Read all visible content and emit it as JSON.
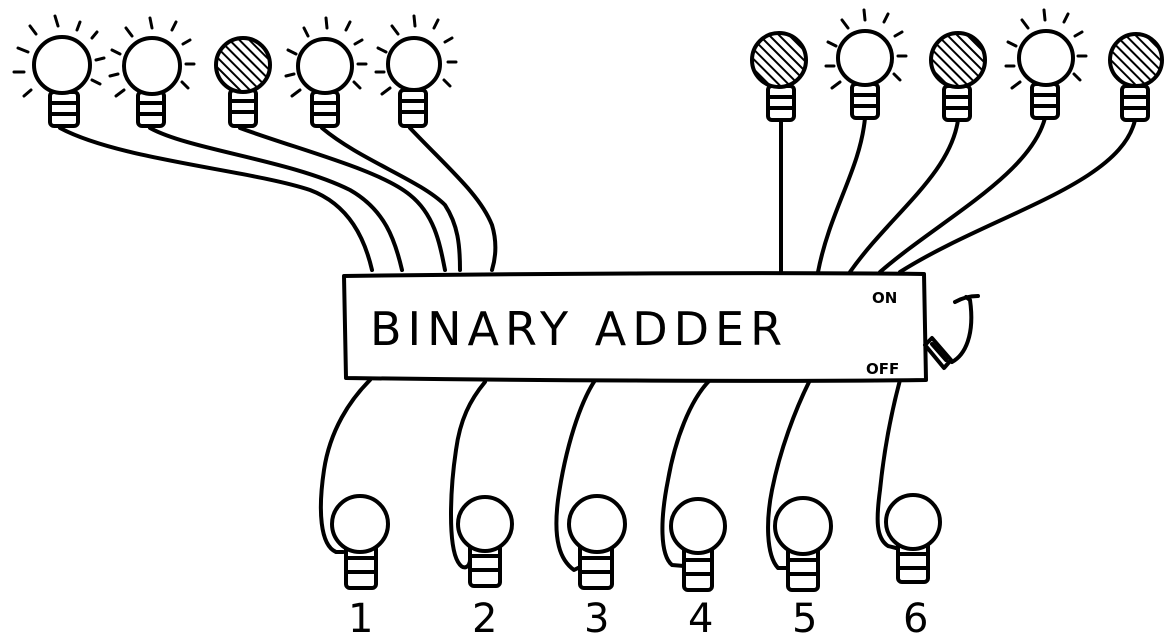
{
  "adder": {
    "label": "BINARY ADDER",
    "switch_on_label": "ON",
    "switch_off_label": "OFF",
    "switch_state": "off"
  },
  "left_output_bulbs": [
    {
      "lit": true
    },
    {
      "lit": true
    },
    {
      "lit": false
    },
    {
      "lit": true
    },
    {
      "lit": true
    }
  ],
  "right_output_bulbs": [
    {
      "lit": false
    },
    {
      "lit": true
    },
    {
      "lit": false
    },
    {
      "lit": true
    },
    {
      "lit": false
    }
  ],
  "input_bulbs": [
    {
      "number": "1"
    },
    {
      "number": "2"
    },
    {
      "number": "3"
    },
    {
      "number": "4"
    },
    {
      "number": "5"
    },
    {
      "number": "6"
    }
  ]
}
